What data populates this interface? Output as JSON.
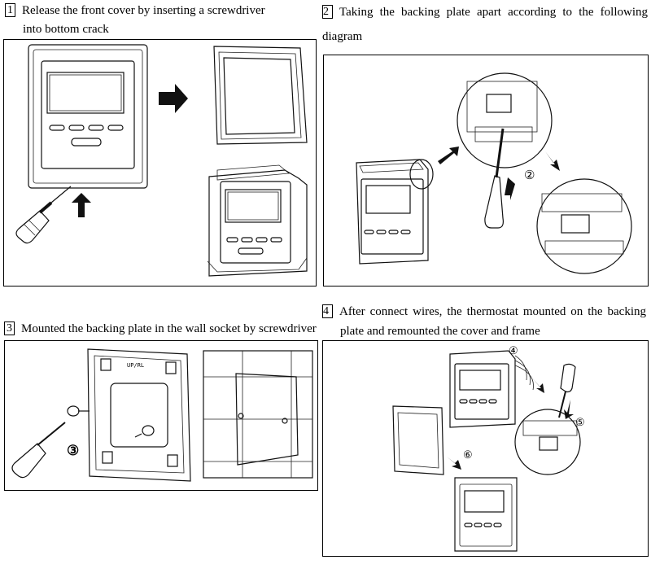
{
  "steps": [
    {
      "number": "1",
      "line1": "Release the front cover by inserting a screwdriver",
      "line2": "into bottom crack"
    },
    {
      "number": "2",
      "line1": "Taking the backing plate apart according to the following",
      "line2": "diagram"
    },
    {
      "number": "3",
      "line1": "Mounted the backing plate in the wall socket by screwdriver"
    },
    {
      "number": "4",
      "line1": "After connect wires, the thermostat mounted on the backing",
      "line2": "plate and remounted the cover and frame"
    }
  ],
  "callouts": {
    "c2": "②",
    "c3": "③",
    "c4": "④",
    "c5": "⑤",
    "c6": "⑥"
  },
  "plate_marking": "UP/RL"
}
